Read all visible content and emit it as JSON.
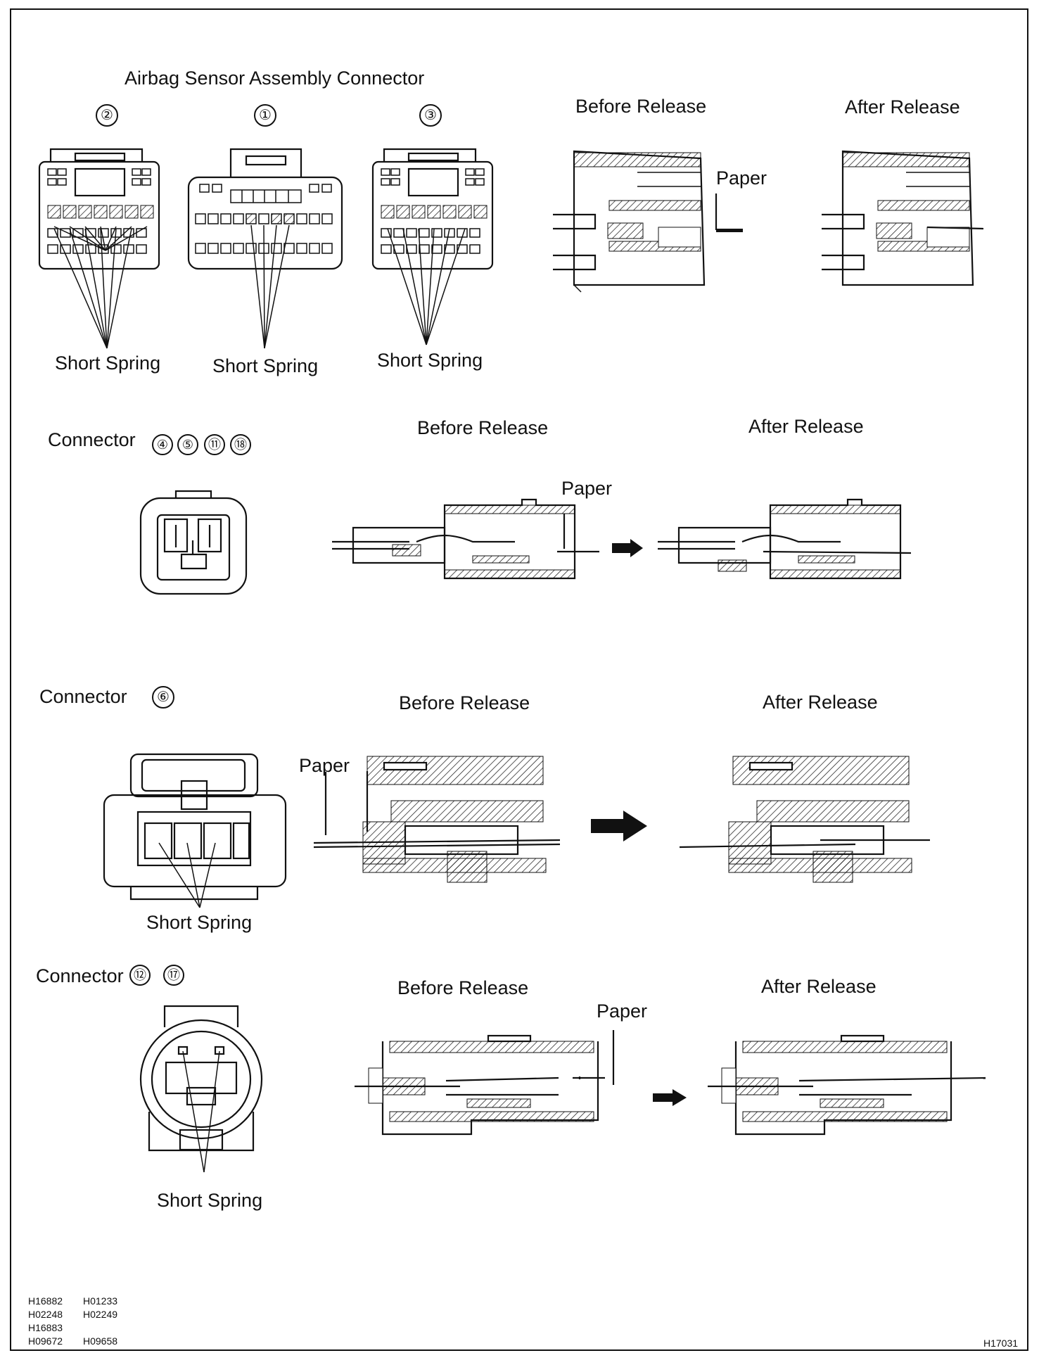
{
  "title": "Airbag Sensor Assembly Connector",
  "labels": {
    "before_release": "Before Release",
    "after_release": "After Release",
    "paper": "Paper",
    "short_spring": "Short Spring",
    "connector": "Connector"
  },
  "top_section": {
    "connector_numbers": [
      "②",
      "①",
      "③"
    ]
  },
  "section_2": {
    "numbers": [
      "④",
      "⑤",
      "⑪",
      "⑱"
    ]
  },
  "section_3": {
    "numbers": [
      "⑥"
    ]
  },
  "section_4": {
    "numbers": [
      "⑫",
      "⑰"
    ]
  },
  "codes": {
    "left": [
      [
        "H16882",
        "H01233"
      ],
      [
        "H02248",
        "H02249"
      ],
      [
        "H16883",
        ""
      ],
      [
        "H09672",
        "H09658"
      ]
    ],
    "right": "H17031"
  }
}
